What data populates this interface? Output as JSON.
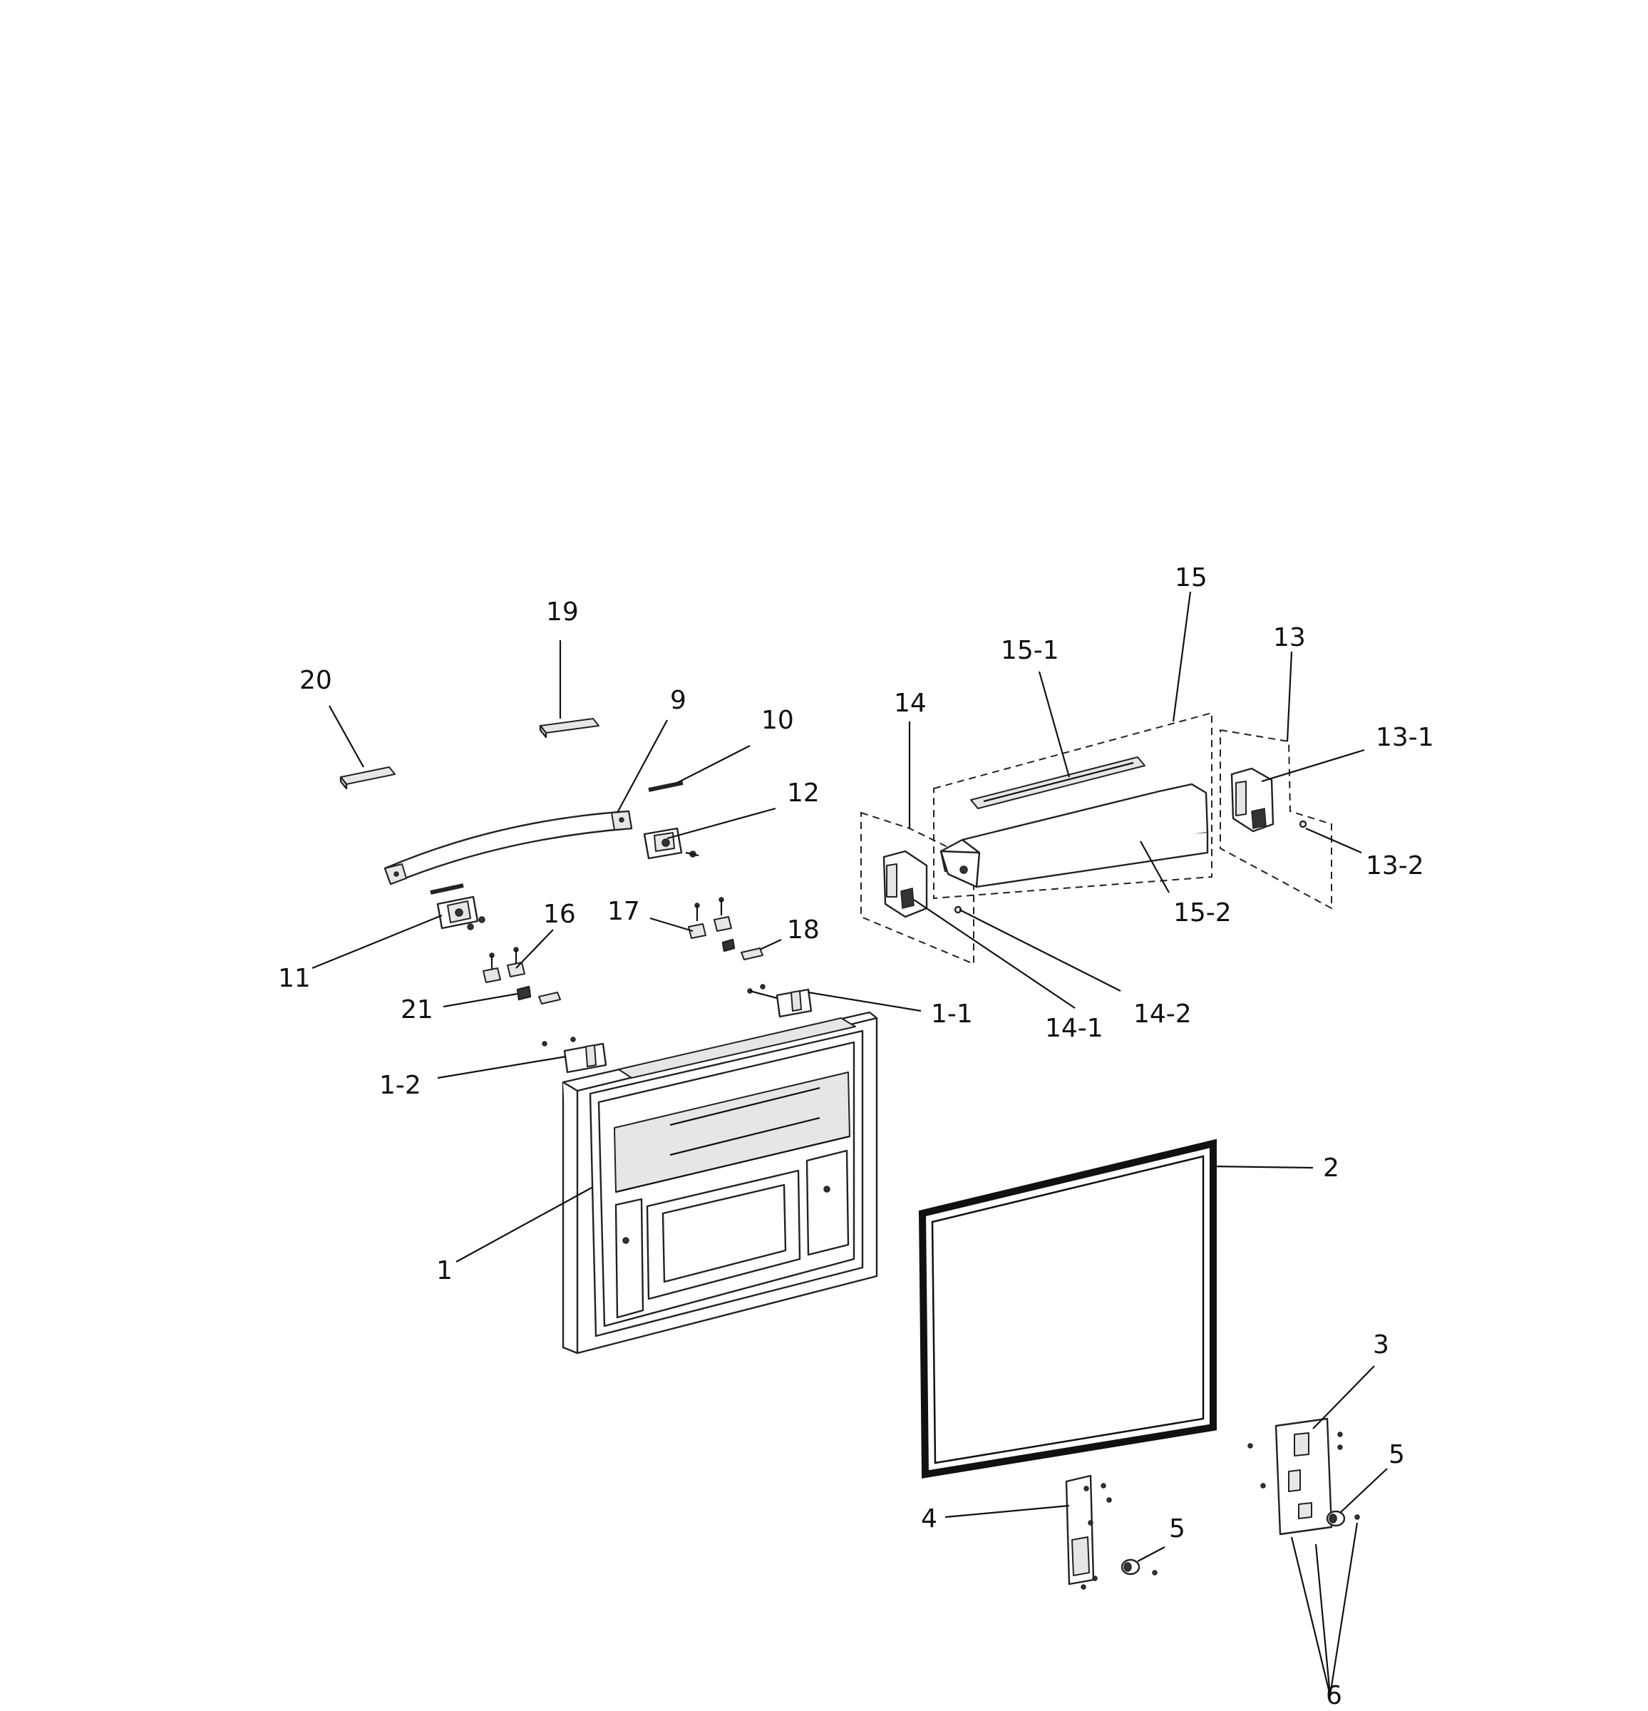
{
  "diagram": {
    "labels": {
      "p1": "1",
      "p1_1": "1-1",
      "p1_2": "1-2",
      "p2": "2",
      "p3": "3",
      "p4": "4",
      "p5a": "5",
      "p5b": "5",
      "p6": "6",
      "p9": "9",
      "p10": "10",
      "p11": "11",
      "p12": "12",
      "p13": "13",
      "p13_1": "13-1",
      "p13_2": "13-2",
      "p14": "14",
      "p14_1": "14-1",
      "p14_2": "14-2",
      "p15": "15",
      "p15_1": "15-1",
      "p15_2": "15-2",
      "p16": "16",
      "p17": "17",
      "p18": "18",
      "p19": "19",
      "p20": "20",
      "p21": "21"
    }
  }
}
